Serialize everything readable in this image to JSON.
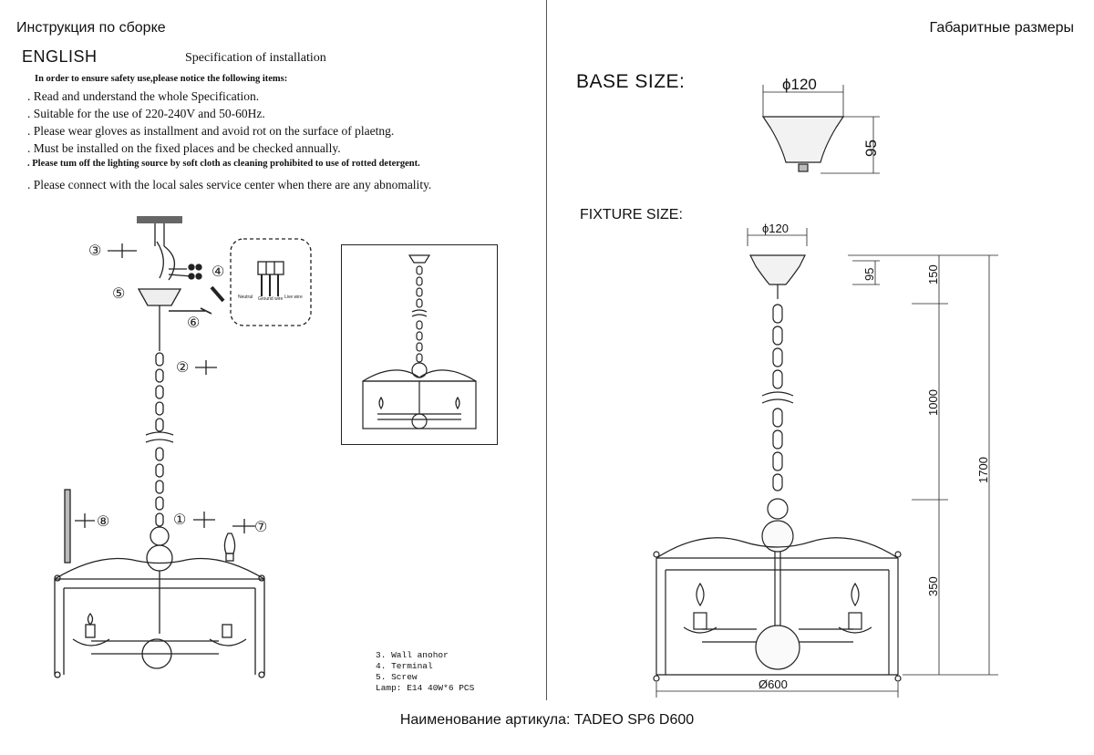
{
  "header": {
    "left_title": "Инструкция по сборке",
    "right_title": "Габаритные размеры"
  },
  "instructions": {
    "language": "ENGLISH",
    "spec_title": "Specification of installation",
    "intro": "In order to ensure safety use,please notice the following items:",
    "items": [
      ". Read and understand the whole Specification.",
      ". Suitable for the use of 220-240V and 50-60Hz.",
      ". Please wear gloves as installment and avoid rot on the surface of plaetng.",
      ". Must be installed on the fixed places and be checked annually.",
      ". Please tum off the lighting source by soft cloth as cleaning prohibited to use of rotted detergent.",
      ". Please connect with the local sales service center when there are any abnomality."
    ]
  },
  "assembly": {
    "step_numbers": [
      "①",
      "②",
      "③",
      "④",
      "⑤",
      "⑥",
      "⑦",
      "⑧"
    ],
    "wire_labels": [
      "Neutral",
      "Ground wire",
      "Live wire"
    ],
    "legend": [
      "3. Wall anohor",
      "4. Terminal",
      "5. Screw",
      "Lamp: E14 40W*6 PCS"
    ]
  },
  "dimensions": {
    "base_label": "BASE SIZE:",
    "fixture_label": "FIXTURE SIZE:",
    "base_diameter": "ϕ120",
    "base_height": "95",
    "fixture_top_diameter": "ϕ120",
    "fixture_canopy_height": "95",
    "chain_top": "150",
    "chain_length": "1000",
    "body_height": "350",
    "total_height": "1700",
    "body_diameter": "Ø600"
  },
  "footer": {
    "caption": "Наименование артикула: TADEO SP6 D600"
  }
}
